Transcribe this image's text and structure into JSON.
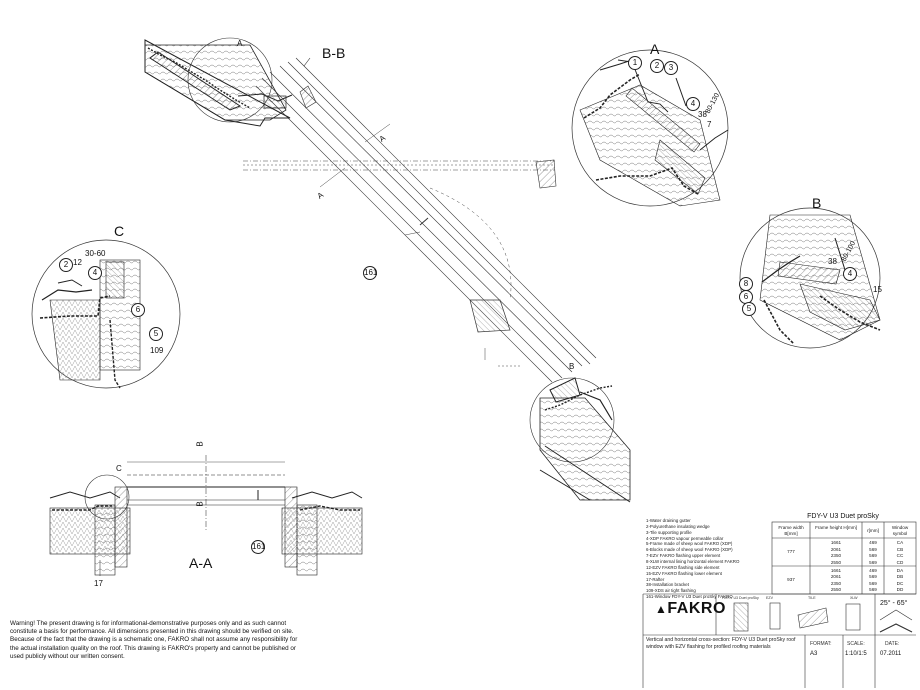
{
  "views": {
    "section_bb": "B-B",
    "section_aa": "A-A",
    "cut_label_a": "A",
    "cut_label_b": "B"
  },
  "details": {
    "a": {
      "letter": "A",
      "balloons": [
        "1",
        "2",
        "3",
        "4",
        "38",
        "7"
      ],
      "dimension": "80-130"
    },
    "b": {
      "letter": "B",
      "balloons": [
        "38",
        "4",
        "15",
        "8",
        "6",
        "5"
      ],
      "dimension": "80-100"
    },
    "c": {
      "letter": "C",
      "balloons": [
        "2",
        "12",
        "4",
        "6",
        "5",
        "109"
      ],
      "dimension": "30-60"
    }
  },
  "main_balloons": {
    "b161": "161",
    "a161": "161",
    "a17": "17"
  },
  "legend": [
    "1-Water draining gutter",
    "2-Polyurethane insulating wedge",
    "3-Tile supporting profile",
    "4-XDP FAKRO vapour permeable collar",
    "5-Frame made of sheep wool FAKRO (XDP)",
    "6-Blocks made of sheep wool FAKRO (XDP)",
    "7-EZV FAKRO flashing upper element",
    "8-XLW internal lining horizontal element FAKRO",
    "12-EZV FAKRO flashing side element",
    "15-EZV FAKRO flashing lower element",
    "17-Rafter",
    "38-Installation bracket",
    "109-XDS air tight flashing",
    "161-Window FDY-V U3 Duet proSky FAKRO"
  ],
  "title_block": {
    "product": "FDY-V U3 Duet proSky",
    "headers": {
      "frame_width": "Frame width B[mm]",
      "frame_height": "Frame height H[mm]",
      "r": "r[mm]",
      "symbol": "Window symbol"
    },
    "groups": [
      {
        "width": "777",
        "rows": [
          {
            "h": "1661",
            "r": "469",
            "s": "CA"
          },
          {
            "h": "2061",
            "r": "569",
            "s": "CB"
          },
          {
            "h": "2350",
            "r": "569",
            "s": "CC"
          },
          {
            "h": "2550",
            "r": "569",
            "s": "CD"
          }
        ]
      },
      {
        "width": "937",
        "rows": [
          {
            "h": "1661",
            "r": "469",
            "s": "DA"
          },
          {
            "h": "2061",
            "r": "569",
            "s": "DB"
          },
          {
            "h": "2350",
            "r": "569",
            "s": "DC"
          },
          {
            "h": "2550",
            "r": "569",
            "s": "DD"
          }
        ]
      }
    ],
    "logo": "FAKRO",
    "product_tags": [
      "FDY-V U3 Duet proSky",
      "EZV",
      "TILE",
      "XLW"
    ],
    "pitch": "25° - 65°",
    "description": "Vertical and horizontal cross-section: FDY-V U3 Duet proSky roof window with EZV flashing for profiled roofing materials",
    "format_label": "FORMAT:",
    "format_value": "A3",
    "scale_label": "SCALE:",
    "scale_value": "1:10/1:5",
    "date_label": "DATE:",
    "date_value": "07.2011"
  },
  "warning": "Warning! The present drawing is for informational-demonstrative purposes only and as such cannot constitute a basis for performance. All dimensions presented in this drawing should be verified on site. Because of the fact that the drawing is a schematic one, FAKRO shall not assume any responsibility for the actual installation quality on the roof. This drawing is FAKRO's property and cannot be published  or used publicly without our written consent."
}
